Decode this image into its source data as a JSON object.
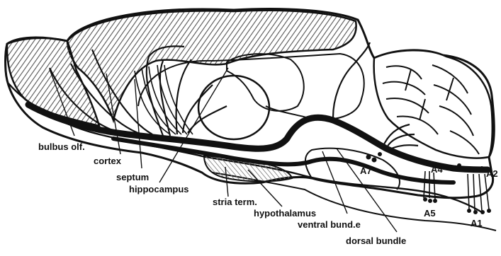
{
  "colors": {
    "ink": "#111111",
    "hatch": "#8a8a8a",
    "paper": "#ffffff"
  },
  "labels": {
    "bulbus_olf": "bulbus olf.",
    "cortex": "cortex",
    "septum": "septum",
    "hippocampus": "hippocampus",
    "stria_term": "stria term.",
    "hypothalamus": "hypothalamus",
    "ventral_bundle": "ventral bund.e",
    "dorsal_bundle": "dorsal bundle",
    "a7": "A7",
    "a4": "A4",
    "a2": "A2",
    "a5": "A5",
    "a1": "A1"
  }
}
